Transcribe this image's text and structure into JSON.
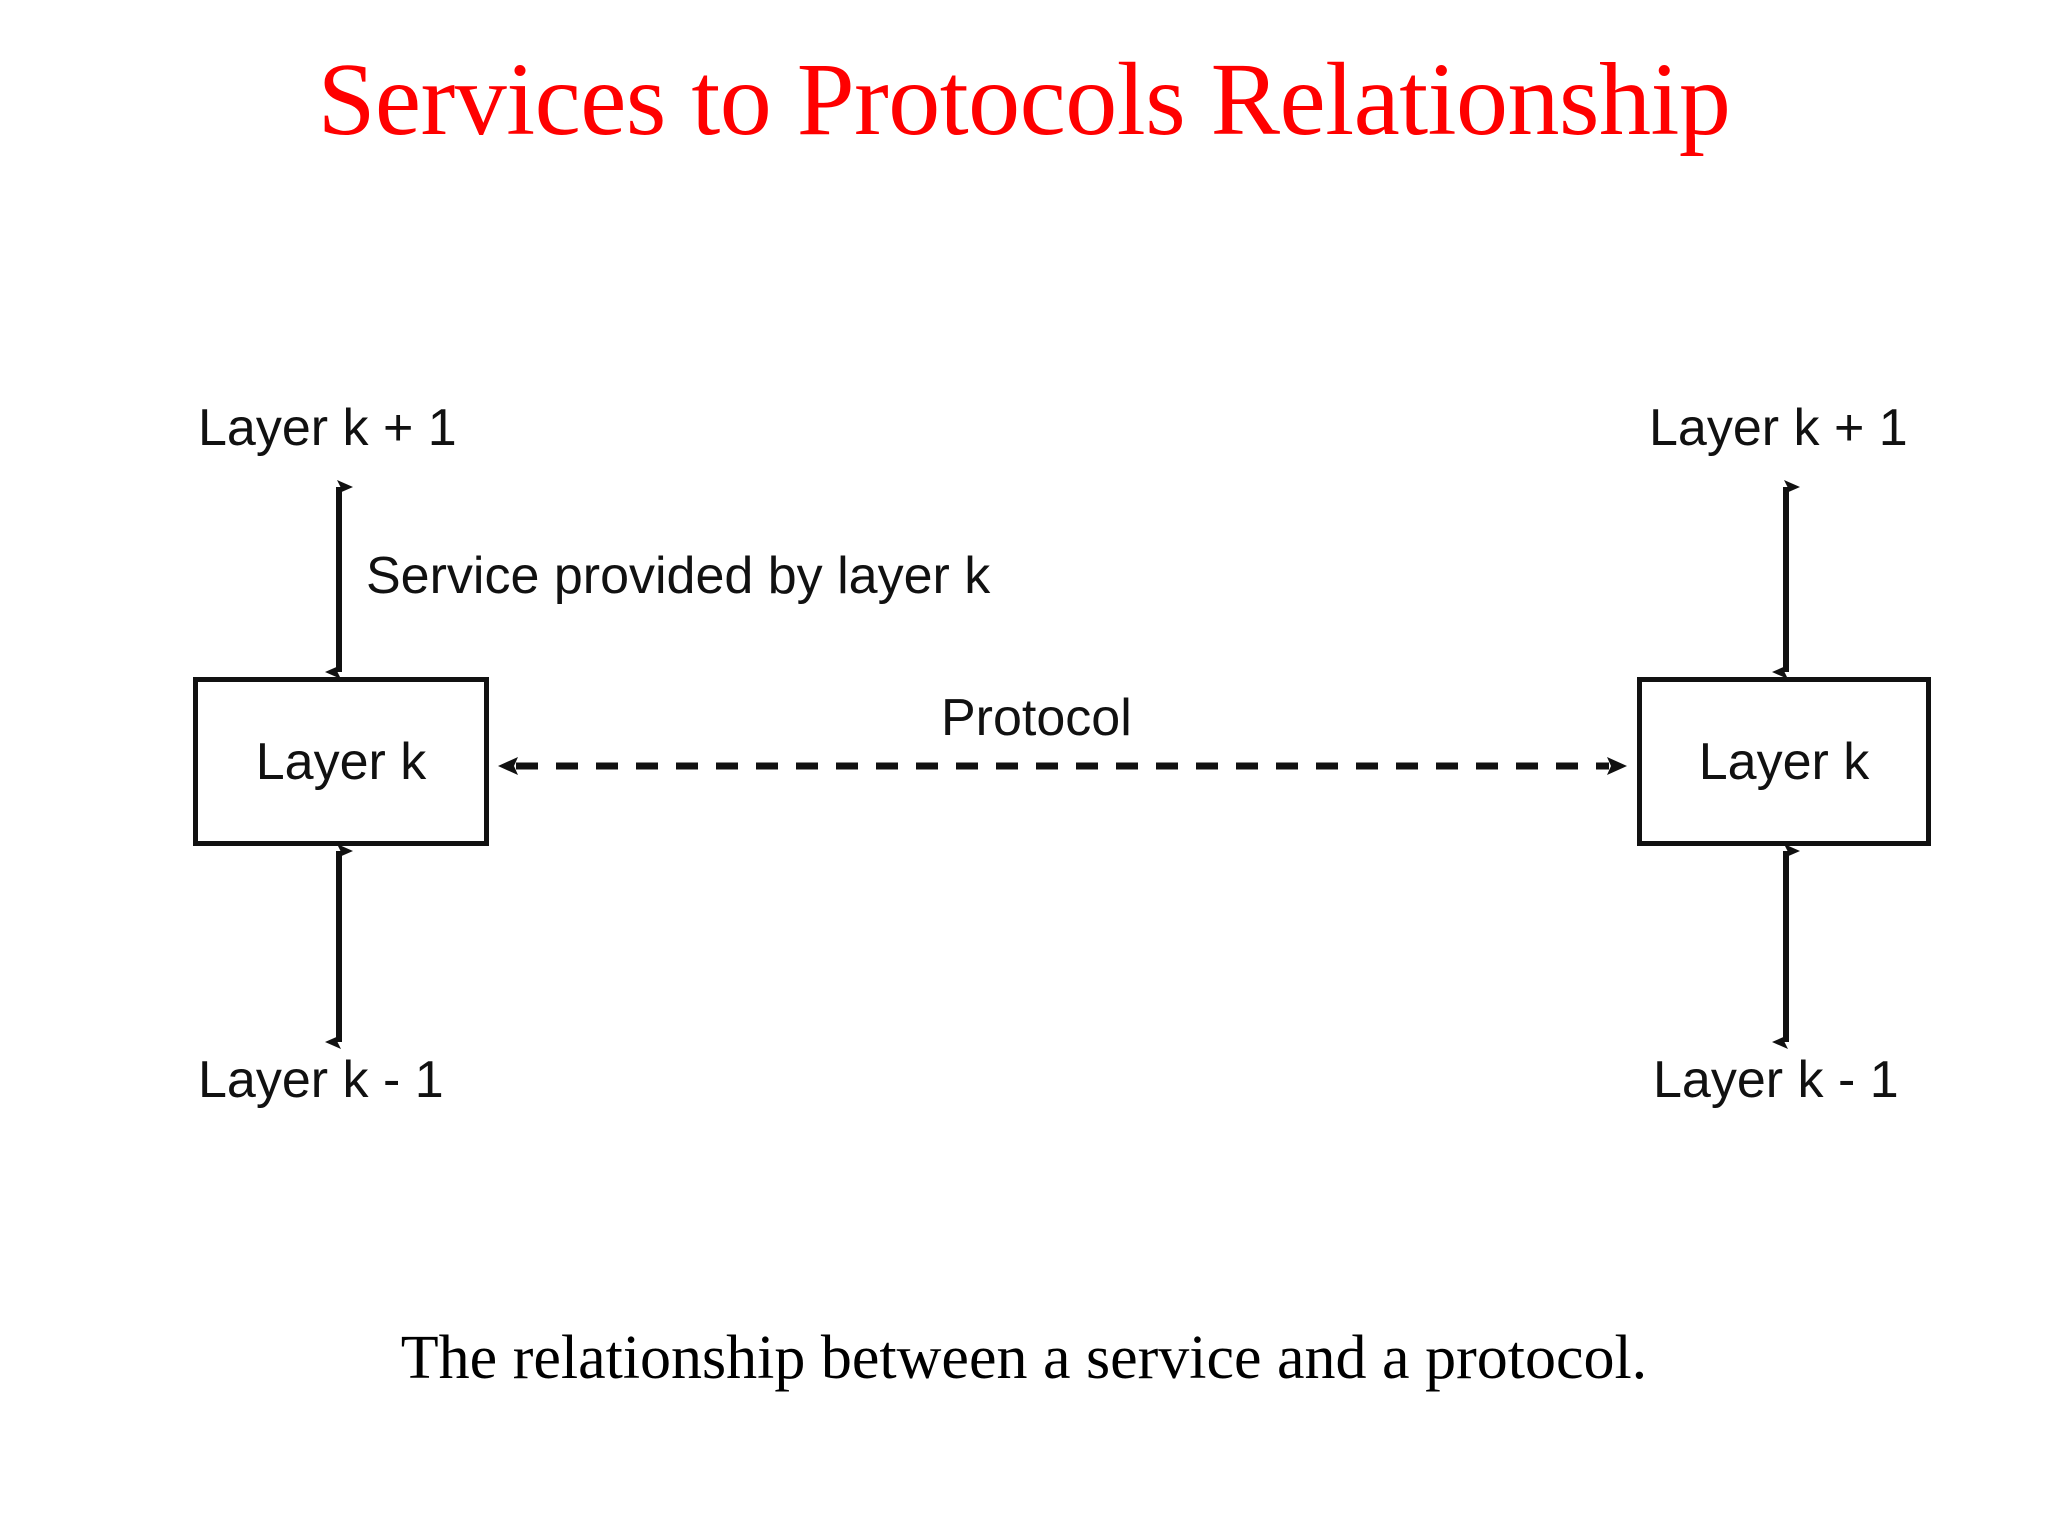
{
  "slide": {
    "title": "Services to Protocols Relationship",
    "title_color": "#ff0000",
    "background_color": "#ffffff",
    "caption": "The relationship between a service and a protocol."
  },
  "diagram": {
    "type": "block-diagram",
    "stroke_color": "#111111",
    "left_stack": {
      "top_label": "Layer k + 1",
      "box_label": "Layer k",
      "bottom_label": "Layer k - 1"
    },
    "right_stack": {
      "top_label": "Layer k + 1",
      "box_label": "Layer k",
      "bottom_label": "Layer k - 1"
    },
    "annotations": {
      "service_label": "Service provided by layer k",
      "protocol_label": "Protocol"
    },
    "connectors": [
      {
        "name": "left-upper-interface",
        "style": "solid",
        "heads": "both"
      },
      {
        "name": "left-lower-interface",
        "style": "solid",
        "heads": "both"
      },
      {
        "name": "right-upper-interface",
        "style": "solid",
        "heads": "both"
      },
      {
        "name": "right-lower-interface",
        "style": "solid",
        "heads": "both"
      },
      {
        "name": "peer-protocol",
        "style": "dashed",
        "heads": "both"
      }
    ]
  }
}
